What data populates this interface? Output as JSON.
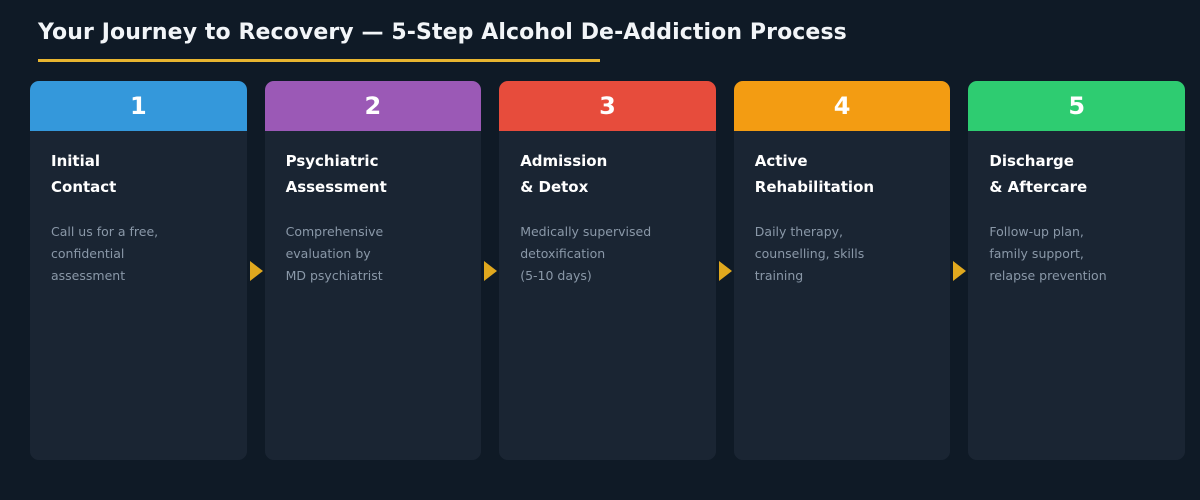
{
  "page": {
    "background_color": "#0f1a26",
    "card_background_color": "#1a2533",
    "accent_underline_color": "#e8b530",
    "arrow_color": "#e0a81e",
    "title_text_color": "#f2f5f8",
    "description_text_color": "#8a98a8"
  },
  "header": {
    "title": "Your Journey to Recovery — 5-Step Alcohol De-Addiction Process"
  },
  "process": {
    "total_steps": 5,
    "arrow_icon": "triangle-right-icon",
    "steps": [
      {
        "number": "1",
        "title": "Initial\nContact",
        "description": "Call us for a free,\nconfidential\nassessment",
        "color": "#3498db"
      },
      {
        "number": "2",
        "title": "Psychiatric\nAssessment",
        "description": "Comprehensive\nevaluation by\nMD psychiatrist",
        "color": "#9b59b6"
      },
      {
        "number": "3",
        "title": "Admission\n& Detox",
        "description": "Medically supervised\ndetoxification\n(5-10 days)",
        "color": "#e74c3c"
      },
      {
        "number": "4",
        "title": "Active\nRehabilitation",
        "description": "Daily therapy,\ncounselling, skills\ntraining",
        "color": "#f39c12"
      },
      {
        "number": "5",
        "title": "Discharge\n& Aftercare",
        "description": "Follow-up plan,\nfamily support,\nrelapse prevention",
        "color": "#2ecc71"
      }
    ]
  }
}
